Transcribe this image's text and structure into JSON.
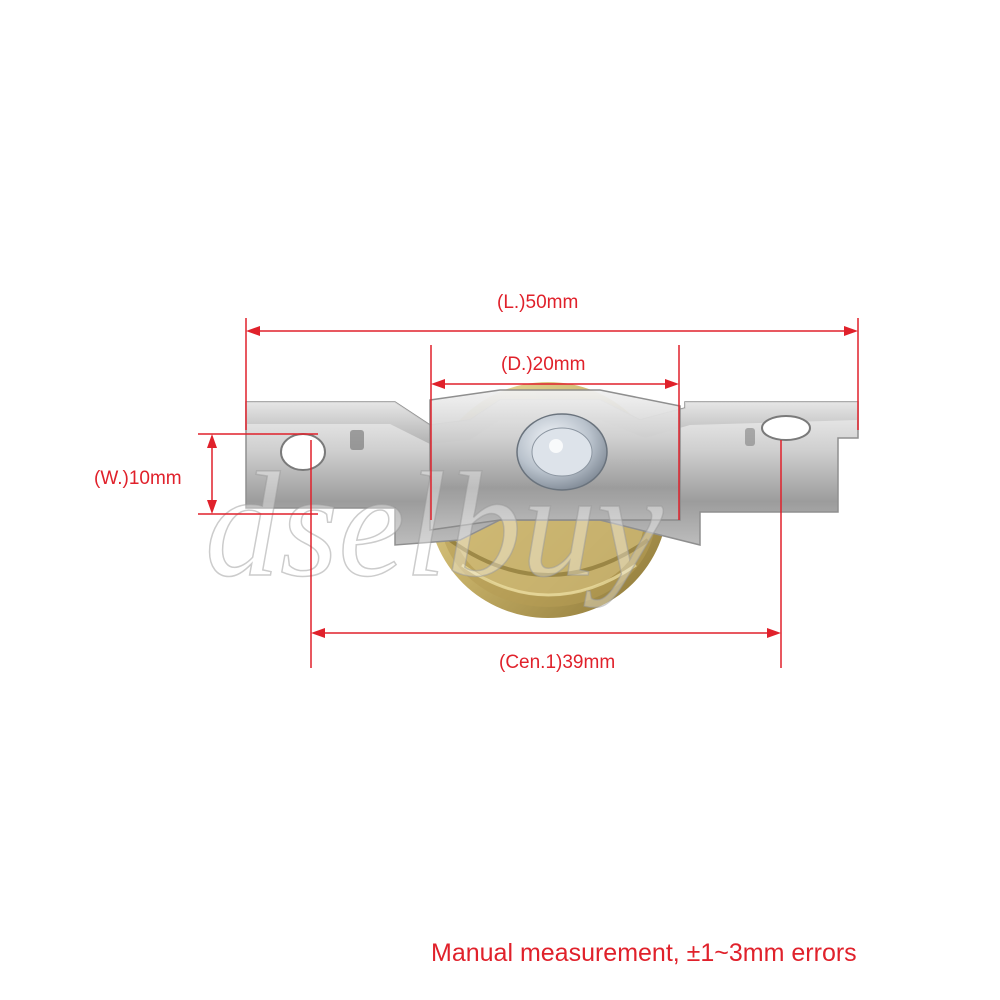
{
  "dimensions": {
    "length_label": "(L.)50mm",
    "diameter_label": "(D.)20mm",
    "width_label": "(W.)10mm",
    "center_label": "(Cen.1)39mm"
  },
  "watermark": "dselbuy",
  "note": "Manual measurement,  ±1~3mm errors",
  "colors": {
    "annotation": "#e0212b",
    "bracket_metal": "#c8c8c8",
    "wheel_brass": "#c9b36a"
  }
}
